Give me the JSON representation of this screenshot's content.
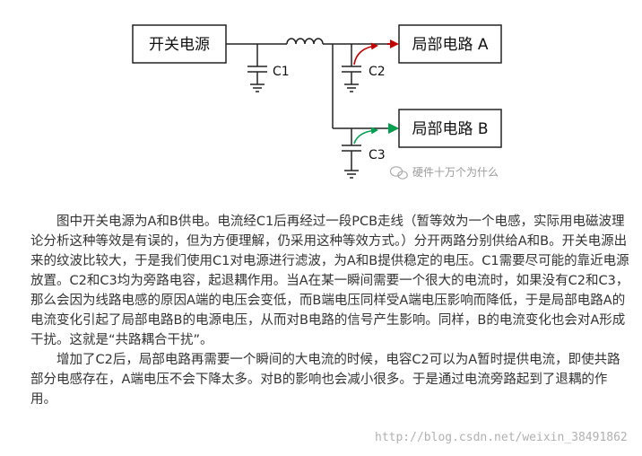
{
  "diagram": {
    "source_label": "开关电源",
    "load_a_label": "局部电路 A",
    "load_b_label": "局部电路 B",
    "cap1_label": "C1",
    "cap2_label": "C2",
    "cap3_label": "C3",
    "watermark": "硬件十万个为什么",
    "colors": {
      "wire": "#222222",
      "box_border": "#222222",
      "arrow": "#c00000",
      "current_a": "#c00000",
      "current_b": "#00a050"
    }
  },
  "article": {
    "paragraph1": "图中开关电源为A和B供电。电流经C1后再经过一段PCB走线（暂等效为一个电感，实际用电磁波理论分析这种等效是有误的，但为方便理解，仍采用这种等效方式。）分开两路分别供给A和B。开关电源出来的纹波比较大，于是我们使用C1对电源进行滤波，为A和B提供稳定的电压。C1需要尽可能的靠近电源放置。C2和C3均为旁路电容，起退耦作用。当A在某一瞬间需要一个很大的电流时，如果没有C2和C3，那么会因为线路电感的原因A端的电压会变低，而B端电压同样受A端电压影响而降低，于是局部电路A的电流变化引起了局部电路B的电源电压，从而对B电路的信号产生影响。同样，B的电流变化也会对A形成干扰。这就是“共路耦合干扰”。",
    "paragraph2": "增加了C2后，局部电路再需要一个瞬间的大电流的时候，电容C2可以为A暂时提供电流，即使共路部分电感存在，A端电压不会下降太多。对B的影响也会减小很多。于是通过电流旁路起到了退耦的作用。"
  },
  "blog_watermark": "http://blog.csdn.net/weixin_38491862"
}
